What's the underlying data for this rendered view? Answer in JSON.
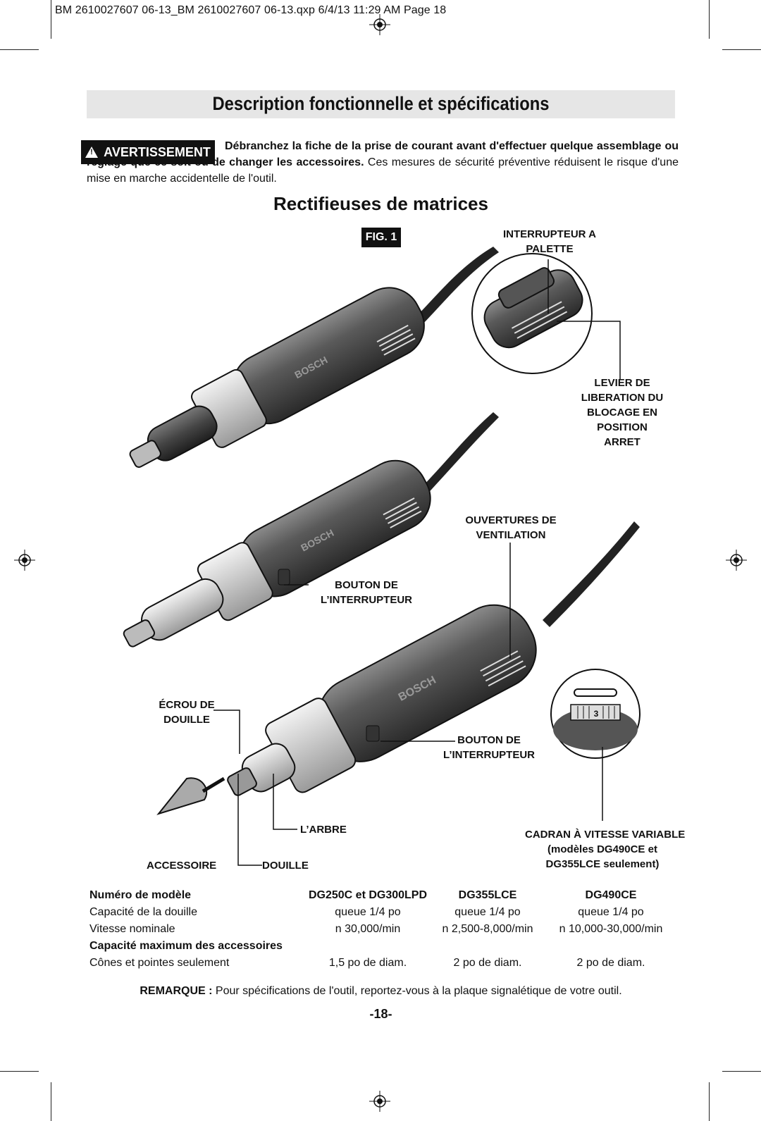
{
  "slug": "BM 2610027607 06-13_BM 2610027607 06-13.qxp  6/4/13  11:29 AM  Page 18",
  "title": "Description fonctionnelle et spécifications",
  "warning": {
    "badge": "AVERTISSEMENT",
    "bold_text": "Débranchez la fiche de la prise de courant avant d'effectuer quelque assemblage ou réglage que ce soit ou de changer les accessoires.",
    "normal_text": " Ces mesures de sécurité préventive réduisent le risque d'une mise en marche accidentelle de l'outil."
  },
  "subtitle": "Rectifieuses de matrices",
  "figure": {
    "badge": "FIG. 1",
    "brand": "BOSCH",
    "dial_value": "3",
    "labels": {
      "paddle_switch": [
        "INTERRUPTEUR A",
        "PALETTE"
      ],
      "lock_off_lever": [
        "LEVIER DE",
        "LIBERATION DU",
        "BLOCAGE EN",
        "POSITION",
        "ARRET"
      ],
      "vents": [
        "OUVERTURES DE",
        "VENTILATION"
      ],
      "switch_button_1": [
        "BOUTON DE",
        "L’INTERRUPTEUR"
      ],
      "collet_nut": [
        "ÉCROU DE",
        "DOUILLE"
      ],
      "switch_button_2": [
        "BOUTON DE",
        "L’INTERRUPTEUR"
      ],
      "spindle": "L’ARBRE",
      "variable_speed_dial": [
        "CADRAN À VITESSE VARIABLE",
        "(modèles DG490CE et",
        "DG355LCE seulement)"
      ],
      "accessory": "ACCESSOIRE",
      "collet": "DOUILLE"
    }
  },
  "specs": {
    "header": [
      "Numéro de modèle",
      "DG250C et DG300LPD",
      "DG355LCE",
      "DG490CE"
    ],
    "rows": [
      {
        "label": "Capacité de la douille",
        "values": [
          "queue 1/4 po",
          "queue 1/4 po",
          "queue 1/4 po"
        ],
        "bold": false
      },
      {
        "label": "Vitesse nominale",
        "values": [
          "n 30,000/min",
          "n 2,500-8,000/min",
          "n 10,000-30,000/min"
        ],
        "bold": false
      },
      {
        "label": "Capacité maximum des accessoires",
        "values": [
          "",
          "",
          ""
        ],
        "bold": true
      },
      {
        "label": "Cônes et pointes seulement",
        "values": [
          "1,5 po de diam.",
          "2 po de diam.",
          "2 po de diam."
        ],
        "bold": false
      }
    ]
  },
  "remark": {
    "label": "REMARQUE :",
    "text": " Pour spécifications de l'outil, reportez-vous à la plaque signalétique de votre outil."
  },
  "page_number": "-18-"
}
